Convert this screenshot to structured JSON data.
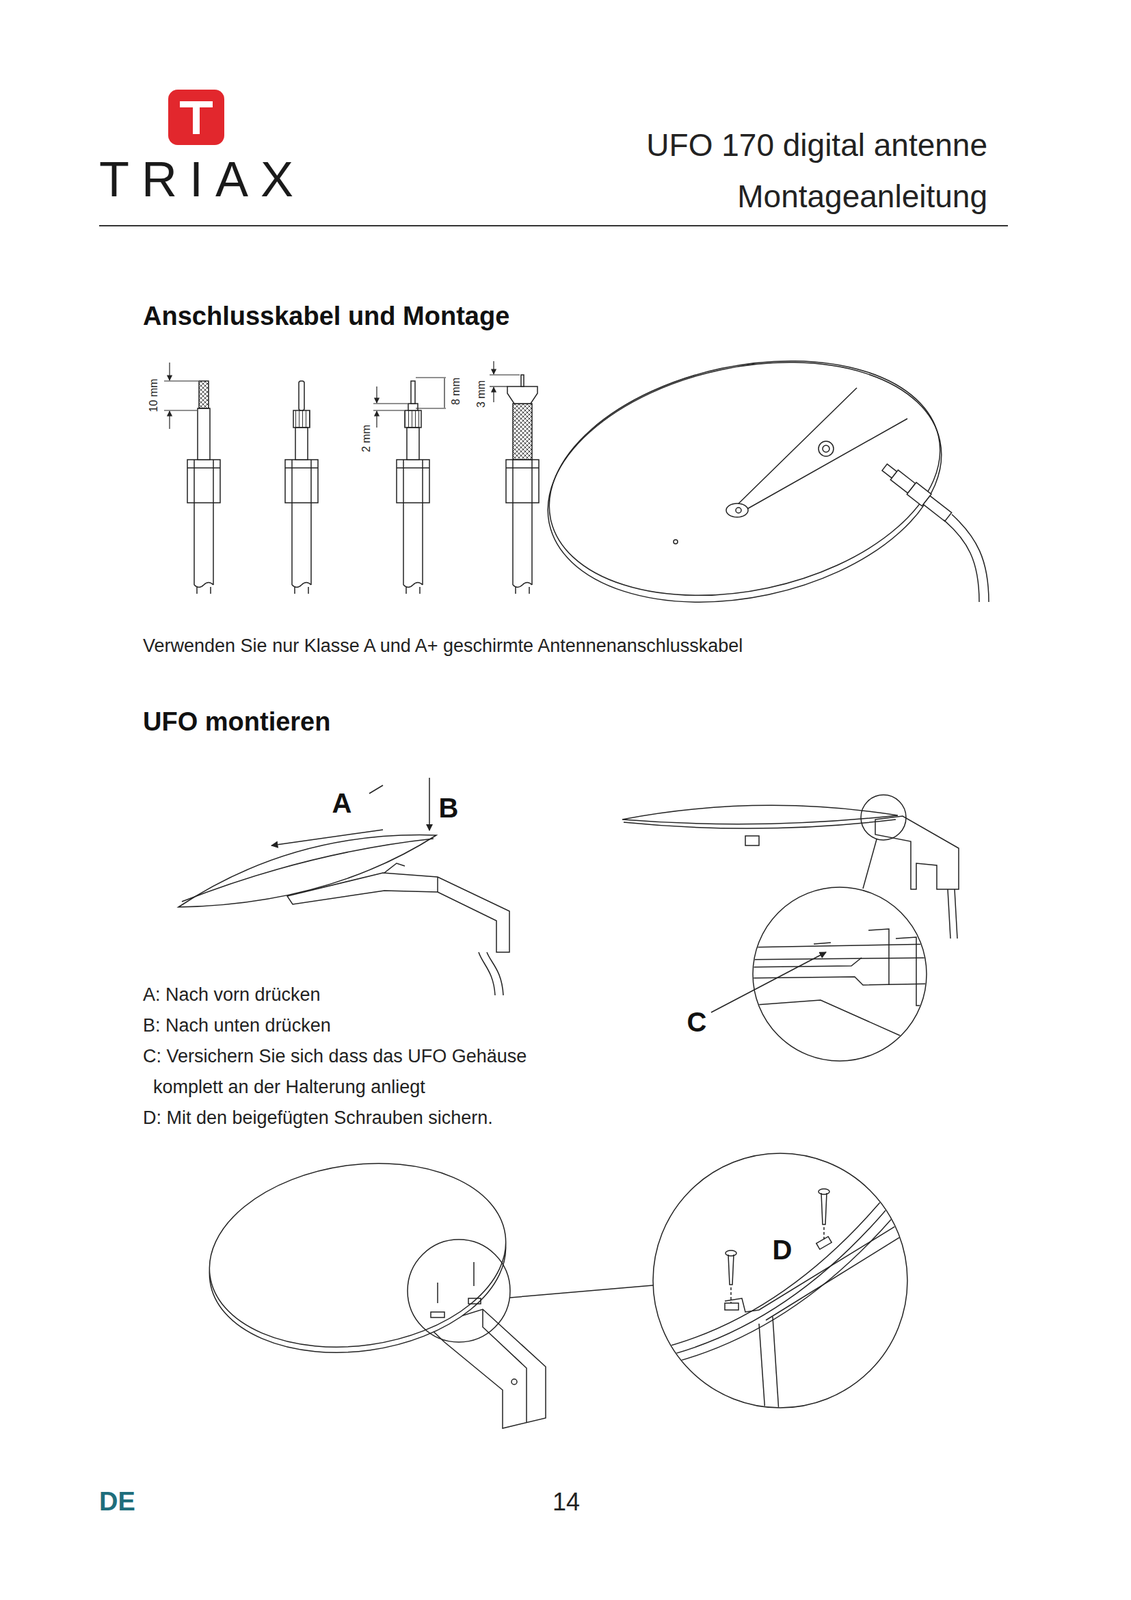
{
  "diagram": {
    "labels": [
      "TRIAX",
      "UFO 170 digital antenne",
      "Montageanleitung",
      "Anschlusskabel und Montage",
      "10 mm",
      "2 mm",
      "8 mm",
      "3 mm",
      "Verwenden Sie nur Klasse A und A+ geschirmte Antennenanschlusskabel",
      "UFO montieren",
      "A",
      "B",
      "A: Nach vorn drücken",
      "B: Nach unten drücken",
      "C: Versichern Sie sich dass das UFO Gehäuse komplett an der Halterung anliegt",
      "D: Mit den beigefügten Schrauben sichern.",
      "C",
      "D",
      "DE",
      "14"
    ]
  }
}
